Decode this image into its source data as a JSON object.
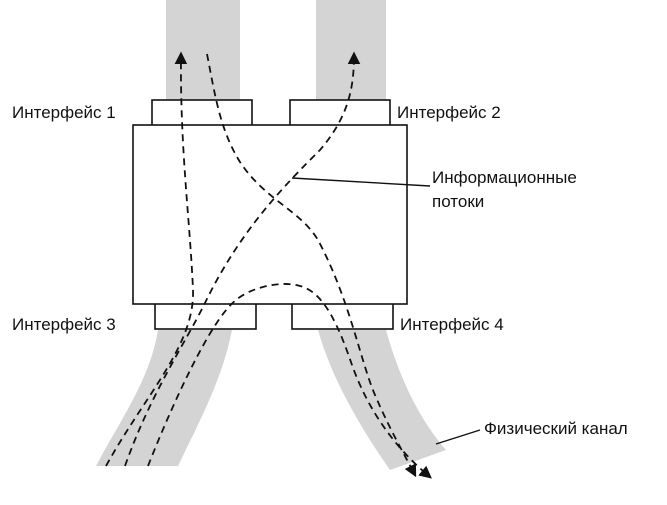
{
  "labels": {
    "interface_1": "Интерфейс 1",
    "interface_2": "Интерфейс 2",
    "interface_3": "Интерфейс 3",
    "interface_4": "Интерфейс 4",
    "info_flows_line1": "Информационные",
    "info_flows_line2": "потоки",
    "physical_channel": "Физический канал"
  },
  "colors": {
    "channel_fill": "#d4d4d4",
    "line": "#111111",
    "background": "#ffffff"
  }
}
